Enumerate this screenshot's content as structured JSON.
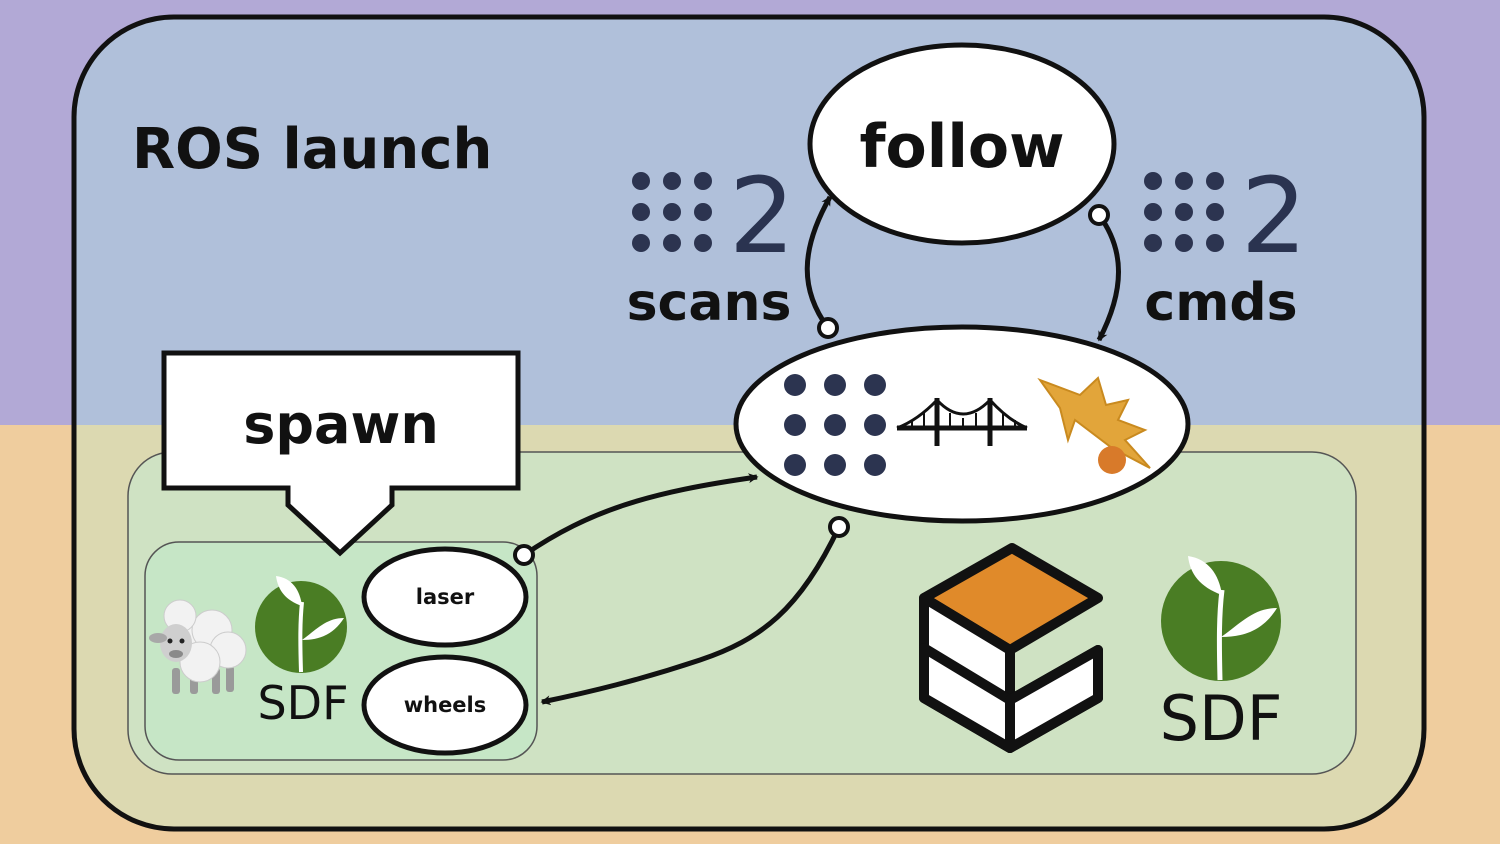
{
  "title": "ROS launch",
  "nodes": {
    "follow": "follow",
    "spawn": "spawn",
    "laser": "laser",
    "wheels": "wheels"
  },
  "topics": {
    "left_number": "2",
    "left_label": "scans",
    "right_number": "2",
    "right_label": "cmds"
  },
  "model_labels": {
    "robot_sdf": "SDF",
    "world_sdf": "SDF"
  },
  "colors": {
    "ros_region": "#b0c0da",
    "sim_region": "#dcd9b1",
    "outer_top": "#b2a9d6",
    "outer_bottom": "#efcd9e",
    "gazebo_region": "#cfe2c3",
    "robot_region": "#c6e6c6",
    "sdf_green": "#4a7d24",
    "ros_navy": "#2c3450",
    "gazebo_orange": "#e08a2a"
  },
  "icons": [
    "ros-logo-icon",
    "bridge-icon",
    "gazebo-ignition-icon",
    "sheep-icon",
    "sdf-leaf-icon",
    "gazebo-logo-icon"
  ]
}
